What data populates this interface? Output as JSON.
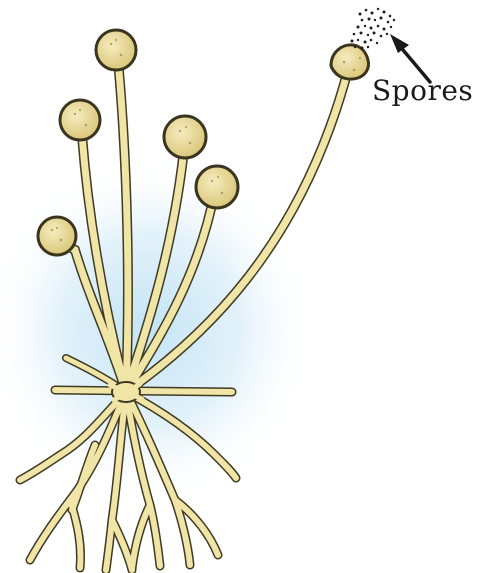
{
  "labels": {
    "spores": "Spores"
  },
  "colors": {
    "hypha_fill": "#f0e4a6",
    "hypha_outline": "#3f3a22",
    "sporangium_fill": "#e7d890",
    "sporangium_outline": "#3a351e",
    "glow": "#bfe2f4",
    "spore_dots": "#1e1e1e",
    "arrow": "#1a1a1a"
  },
  "icons": {
    "sporangium": "sporangium-head",
    "spore": "spore-dot"
  }
}
